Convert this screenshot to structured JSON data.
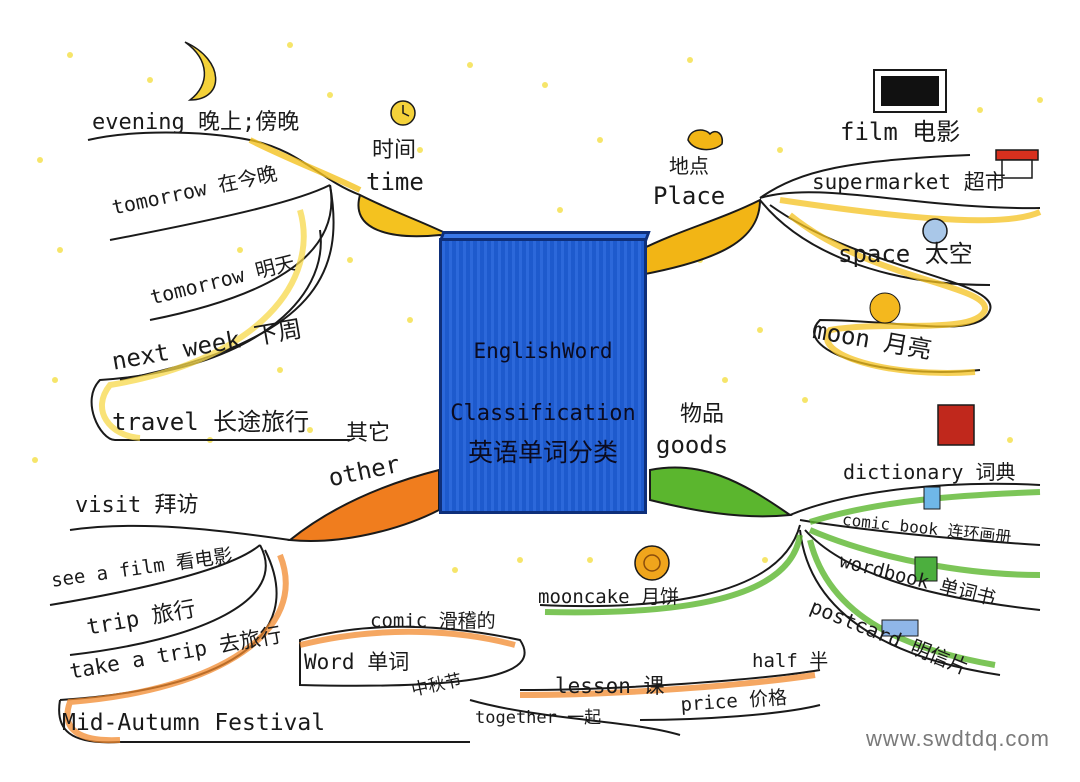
{
  "center": {
    "line1": "EnglishWord",
    "line2": "Classification",
    "line3": "英语单词分类"
  },
  "branches": {
    "time": {
      "zh": "时间",
      "en": "time",
      "color": "#f4c21f",
      "items": [
        "evening 晚上;傍晚",
        "tomorrow 在今晚",
        "tomorrow 明天",
        "next week 下周",
        "travel 长途旅行"
      ]
    },
    "place": {
      "zh": "地点",
      "en": "Place",
      "color": "#f2b515",
      "items": [
        "film 电影",
        "supermarket 超市",
        "space 太空",
        "moon 月亮"
      ]
    },
    "other": {
      "zh": "其它",
      "en": "other",
      "color": "#f07d1e",
      "items": [
        "visit 拜访",
        "see a film 看电影",
        "trip 旅行",
        "take a trip 去旅行",
        "Mid-Autumn Festival",
        "中秋节",
        "Word 单词",
        "comic 滑稽的",
        "together 一起",
        "lesson 课",
        "half 半",
        "price 价格"
      ]
    },
    "goods": {
      "zh": "物品",
      "en": "goods",
      "color": "#5bb62e",
      "items": [
        "dictionary 词典",
        "comic book 连环画册",
        "mooncake 月饼",
        "wordbook 单词书",
        "postcard 明信片"
      ]
    }
  },
  "watermark": "www.swdtdq.com"
}
